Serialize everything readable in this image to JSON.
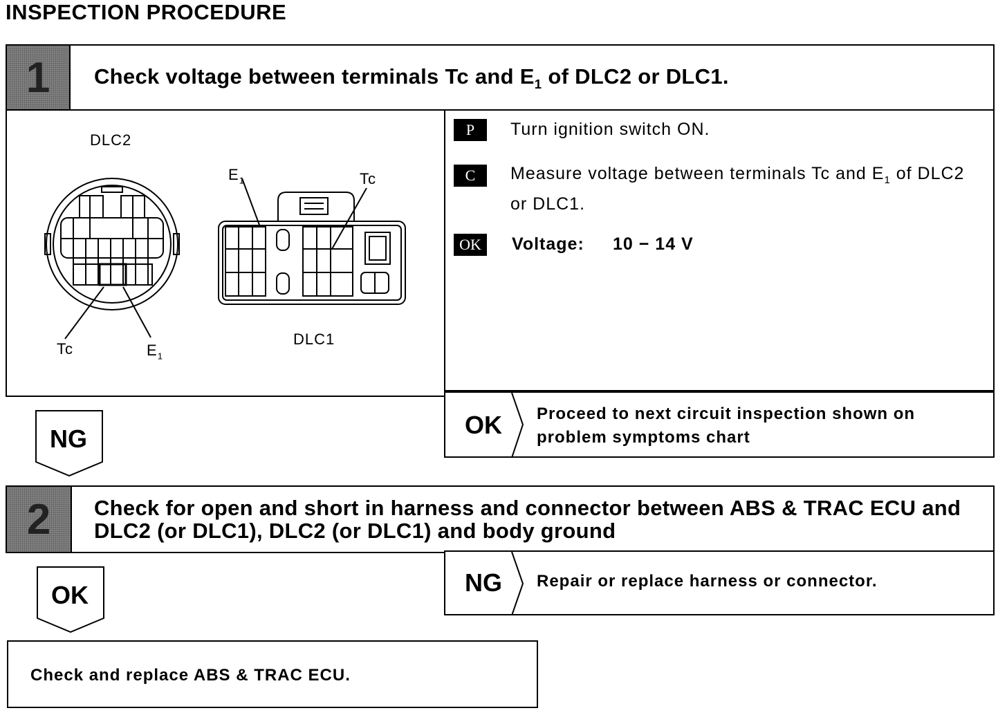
{
  "heading": "INSPECTION PROCEDURE",
  "step1": {
    "number": "1",
    "title_pre": "Check voltage between terminals Tc and E",
    "title_sub": "1",
    "title_post": " of DLC2 or DLC1.",
    "diagram": {
      "dlc2_label": "DLC2",
      "dlc1_label": "DLC1",
      "tc_label": "Tc",
      "e1_label": "E",
      "e1_sub": "1"
    },
    "instructions": [
      {
        "tag": "P",
        "text": "Turn ignition switch ON."
      },
      {
        "tag": "C",
        "text_pre": "Measure voltage between terminals Tc and E",
        "text_sub": "1",
        "text_post": " of DLC2 or DLC1."
      },
      {
        "tag": "OK",
        "label": "Voltage:",
        "value": "10 − 14 V"
      }
    ],
    "ok_result": {
      "label": "OK",
      "text": "Proceed to next circuit inspection shown on problem symptoms chart"
    },
    "ng_label": "NG"
  },
  "step2": {
    "number": "2",
    "title": "Check for open and short in harness and connector between ABS & TRAC ECU and DLC2 (or DLC1), DLC2 (or DLC1) and body ground",
    "ng_result": {
      "label": "NG",
      "text": "Repair or replace harness or connector."
    },
    "ok_label": "OK"
  },
  "final": {
    "text": "Check and replace ABS & TRAC ECU."
  }
}
